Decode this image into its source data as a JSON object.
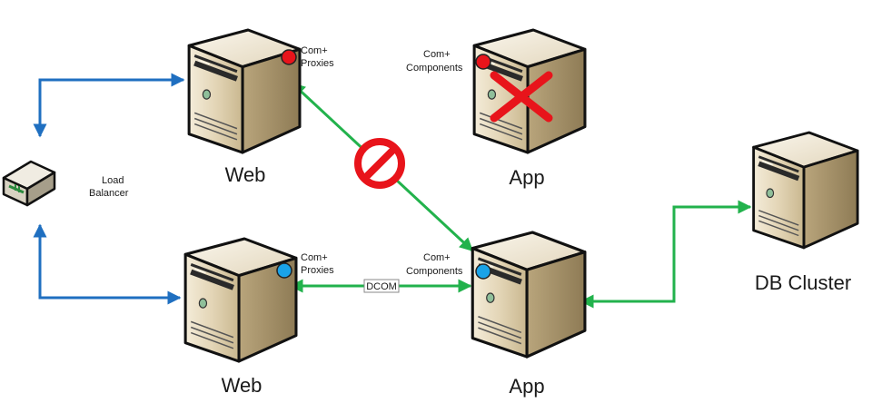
{
  "diagram": {
    "load_balancer": {
      "label_line1": "Load",
      "label_line2": "Balancer"
    },
    "web_top": {
      "caption": "Web",
      "note_line1": "Com+",
      "note_line2": "Proxies",
      "dot_color": "#e8141b"
    },
    "web_bottom": {
      "caption": "Web",
      "note_line1": "Com+",
      "note_line2": "Proxies",
      "dot_color": "#1aa3e8"
    },
    "app_top": {
      "caption": "App",
      "note_line1": "Com+",
      "note_line2": "Components",
      "dot_color": "#e8141b",
      "status": "failed"
    },
    "app_bottom": {
      "caption": "App",
      "note_line1": "Com+",
      "note_line2": "Components",
      "dot_color": "#1aa3e8"
    },
    "db": {
      "caption": "DB Cluster"
    },
    "link_dcom": {
      "label": "DCOM"
    },
    "colors": {
      "lb_link": "#1f6fc0",
      "app_link": "#22b24c",
      "blocked": "#e8141b",
      "failed_x": "#e8141b"
    }
  }
}
